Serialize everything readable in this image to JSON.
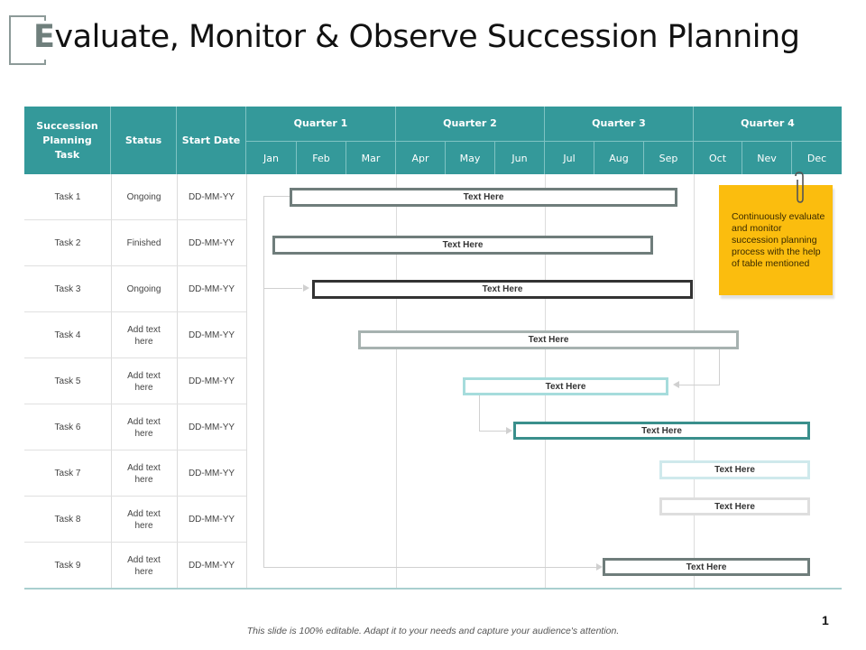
{
  "title": {
    "first_letter": "E",
    "rest": "valuate, Monitor & Observe Succession Planning"
  },
  "table": {
    "headers": {
      "task": "Succession Planning Task",
      "status": "Status",
      "start_date": "Start Date"
    },
    "quarters": [
      "Quarter 1",
      "Quarter 2",
      "Quarter 3",
      "Quarter 4"
    ],
    "months": [
      "Jan",
      "Feb",
      "Mar",
      "Apr",
      "May",
      "Jun",
      "Jul",
      "Aug",
      "Sep",
      "Oct",
      "Nev",
      "Dec"
    ],
    "rows": [
      {
        "task": "Task 1",
        "status": "Ongoing",
        "start": "DD-MM-YY"
      },
      {
        "task": "Task 2",
        "status": "Finished",
        "start": "DD-MM-YY"
      },
      {
        "task": "Task 3",
        "status": "Ongoing",
        "start": "DD-MM-YY"
      },
      {
        "task": "Task 4",
        "status": "Add text here",
        "start": "DD-MM-YY"
      },
      {
        "task": "Task 5",
        "status": "Add text here",
        "start": "DD-MM-YY"
      },
      {
        "task": "Task 6",
        "status": "Add text here",
        "start": "DD-MM-YY"
      },
      {
        "task": "Task 7",
        "status": "Add text here",
        "start": "DD-MM-YY"
      },
      {
        "task": "Task 8",
        "status": "Add text here",
        "start": "DD-MM-YY"
      },
      {
        "task": "Task 9",
        "status": "Add text here",
        "start": "DD-MM-YY"
      }
    ]
  },
  "bars": [
    {
      "label": "Text Here",
      "border_color": "#6f7d7b"
    },
    {
      "label": "Text Here",
      "border_color": "#6f7d7b"
    },
    {
      "label": "Text Here",
      "border_color": "#333333"
    },
    {
      "label": "Text Here",
      "border_color": "#a7b2b0"
    },
    {
      "label": "Text Here",
      "border_color": "#a6dcdc"
    },
    {
      "label": "Text Here",
      "border_color": "#3a8f8c"
    },
    {
      "label": "Text Here",
      "border_color": "#cfe9ec"
    },
    {
      "label": "Text Here",
      "border_color": "#dedede"
    },
    {
      "label": "Text Here",
      "border_color": "#6f7d7b"
    }
  ],
  "note": {
    "text": "Continuously evaluate and monitor succession planning process with the help of table mentioned",
    "color": "#fbbd0e"
  },
  "colors": {
    "header": "#34999a",
    "title_accent": "#6f7f7c"
  },
  "footer": "This slide is 100% editable. Adapt it to your needs and capture your audience's attention.",
  "page_number": "1"
}
